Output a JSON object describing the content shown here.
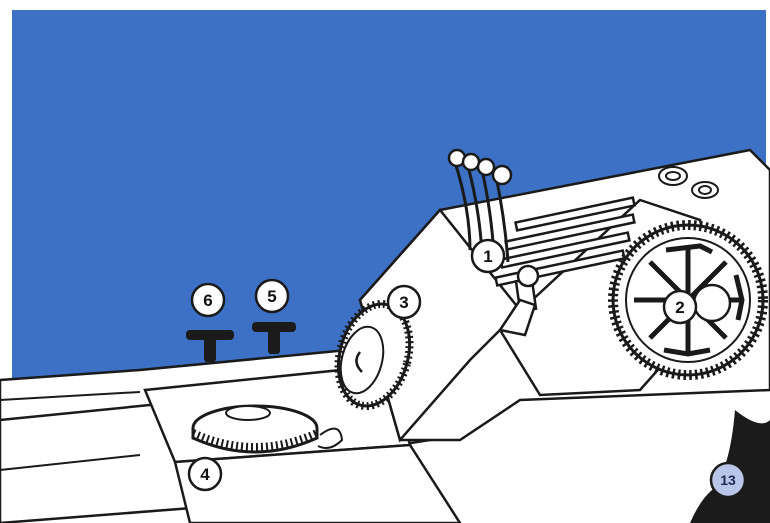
{
  "colors": {
    "sky": "#3d71c5",
    "outline": "#1a1a1a",
    "machine_fill": "#ffffff",
    "dark_part": "#1b1b1b",
    "callout_13_fill": "#b9c6e8"
  },
  "callouts": {
    "c1": "1",
    "c2": "2",
    "c3": "3",
    "c4": "4",
    "c5": "5",
    "c6": "6",
    "c13": "13"
  },
  "parts": {
    "levers": "lever-set-icon",
    "large_knob": "toothed-handwheel-icon",
    "side_knob": "thumbwheel-icon",
    "flat_knob": "flat-knob-icon",
    "t_handles": "t-handle-icon"
  }
}
